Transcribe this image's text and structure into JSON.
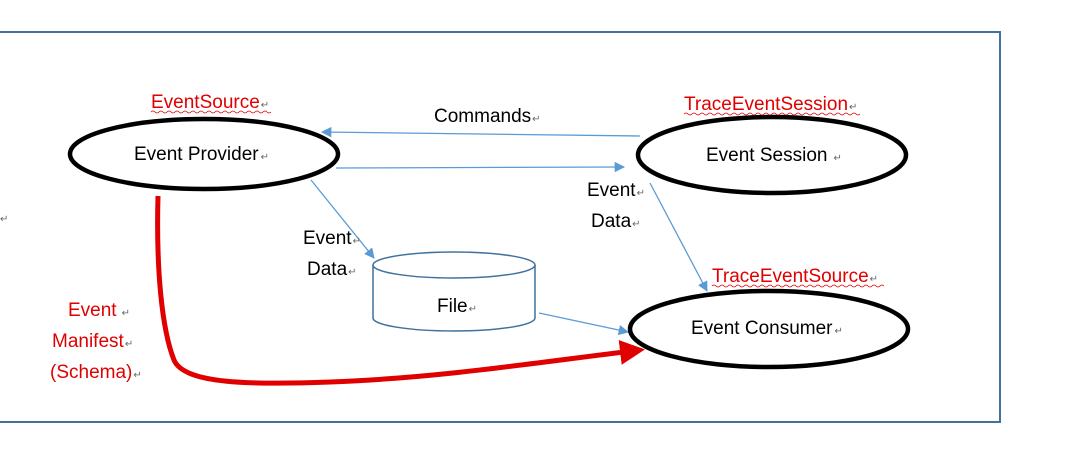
{
  "colors": {
    "frame": "#41719c",
    "arrow_blue": "#5b9bd5",
    "manifest_red": "#e00000",
    "node_outline": "#000000"
  },
  "nodes": {
    "provider": {
      "label": "Event Provider",
      "tag": "EventSource"
    },
    "session": {
      "label": "Event Session",
      "tag": "TraceEventSession"
    },
    "consumer": {
      "label": "Event Consumer",
      "tag": "TraceEventSource"
    },
    "file": {
      "label": "File"
    }
  },
  "edges": {
    "commands": "Commands",
    "data_to_file": [
      "Event",
      "Data"
    ],
    "data_to_consumer": [
      "Event",
      "Data"
    ]
  },
  "manifest": {
    "lines": [
      "Event",
      "Manifest",
      "(Schema)"
    ]
  },
  "paragraph_mark": "↵"
}
